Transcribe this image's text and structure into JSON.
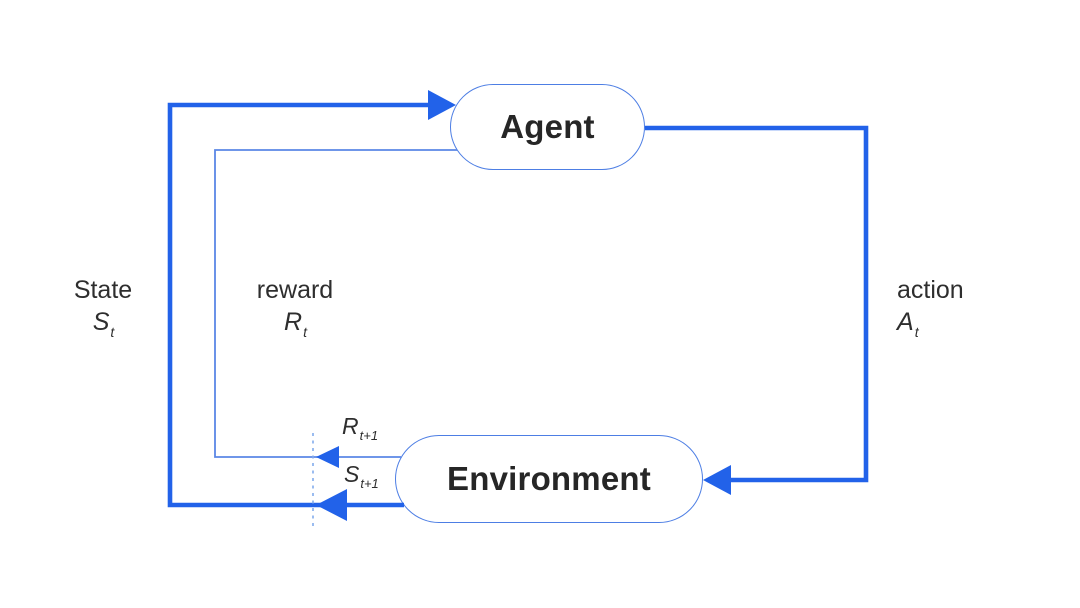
{
  "nodes": {
    "agent": {
      "label": "Agent"
    },
    "environment": {
      "label": "Environment"
    }
  },
  "edge_labels": {
    "state": {
      "word": "State",
      "symbol": "S",
      "subscript": "t"
    },
    "reward": {
      "word": "reward",
      "symbol": "R",
      "subscript": "t"
    },
    "action": {
      "word": "action",
      "symbol": "A",
      "subscript": "t"
    },
    "next_reward": {
      "symbol": "R",
      "subscript": "t+1"
    },
    "next_state": {
      "symbol": "S",
      "subscript": "t+1"
    }
  },
  "colors": {
    "primary_arrow": "#2262e9",
    "secondary_arrow": "#5b87e6",
    "node_border": "#4d7ee4",
    "time_boundary_dash": "#82abec",
    "text": "#2e2e2e",
    "node_text": "#262626",
    "background": "#ffffff"
  }
}
